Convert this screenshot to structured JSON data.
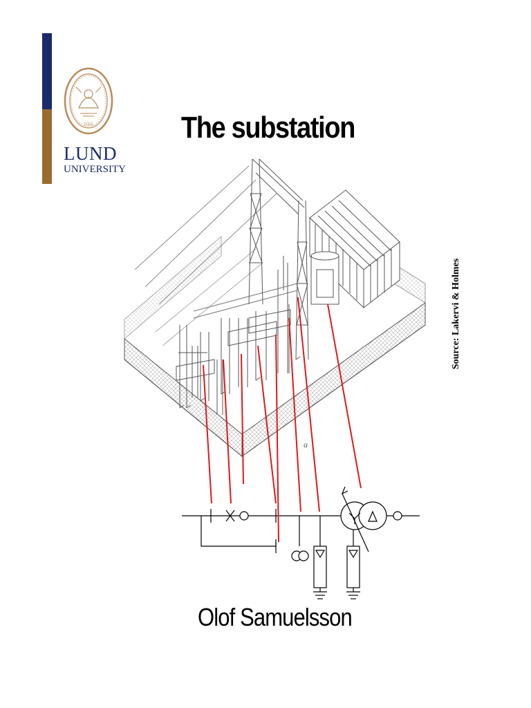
{
  "slide": {
    "title": "The substation",
    "author": "Olof Samuelsson",
    "source": "Source: Lakervi & Holmes",
    "figure_label": "a"
  },
  "logo": {
    "wordmark_line1": "LUND",
    "wordmark_line2": "UNIVERSITY",
    "seal_year": "1666"
  },
  "colors": {
    "bar_top": "#1b2a6b",
    "bar_bottom": "#9a6a2f",
    "seal": "#b88a5a",
    "leader_lines": "#e01818",
    "drawing": "#555555"
  },
  "icons": {
    "seal": "university-seal-icon",
    "breaker": "circuit-breaker-symbol",
    "disconnector": "disconnector-symbol",
    "current_transformer": "current-transformer-symbol",
    "voltage_transformer": "voltage-transformer-symbol",
    "surge_arrester": "surge-arrester-symbol",
    "power_transformer": "power-transformer-symbol",
    "ground": "ground-symbol"
  }
}
